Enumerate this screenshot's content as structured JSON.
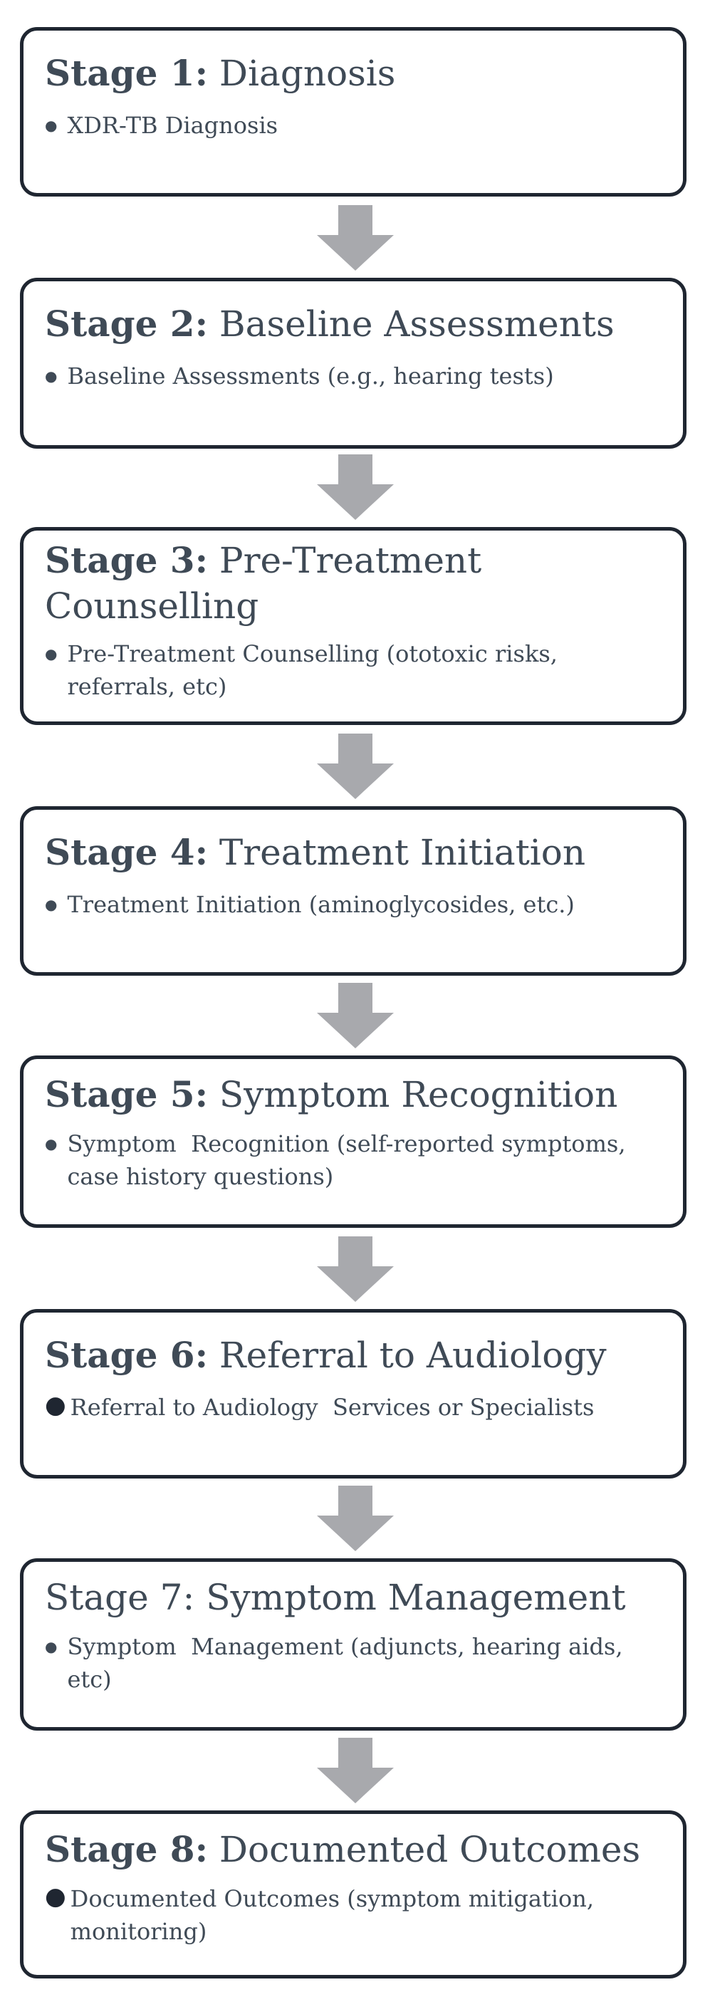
{
  "stages": [
    {
      "number": "Stage 1:",
      "name": " Diagnosis",
      "item": "XDR-TB Diagnosis"
    },
    {
      "number": "Stage 2:",
      "name": " Baseline Assessments",
      "item": "Baseline Assessments (e.g., hearing tests)"
    },
    {
      "number": "Stage 3:",
      "name": " Pre-Treatment Counselling",
      "item": "Pre-Treatment Counselling (ototoxic risks, referrals, etc)"
    },
    {
      "number": "Stage 4:",
      "name": " Treatment Initiation",
      "item": "Treatment Initiation (aminoglycosides, etc.)"
    },
    {
      "number": "Stage 5:",
      "name": " Symptom Recognition",
      "item": "Symptom  Recognition (self-reported symptoms,  case history questions)"
    },
    {
      "number": "Stage 6:",
      "name": " Referral to Audiology",
      "item": "Referral to Audiology  Services or Specialists"
    },
    {
      "number": "Stage 7:",
      "name": " Symptom Management",
      "item": "Symptom  Management (adjuncts, hearing aids, etc)"
    },
    {
      "number": "Stage 8:",
      "name": " Documented Outcomes",
      "item": "Documented Outcomes (symptom mitigation, monitoring)"
    }
  ],
  "colors": {
    "border": "#1f2631",
    "text": "#3f4a56",
    "arrow": "#a8a9ad"
  },
  "icons": {
    "connector": "down-arrow-icon"
  }
}
